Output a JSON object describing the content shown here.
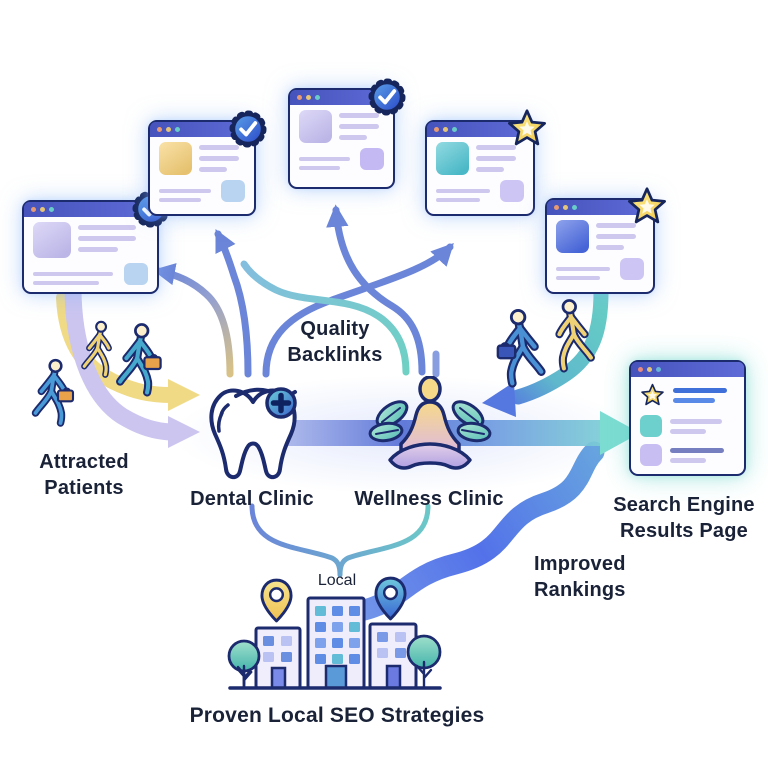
{
  "diagram": {
    "labels": {
      "quality_backlinks": "Quality\nBacklinks",
      "attracted_patients": "Attracted\nPatients",
      "dental_clinic": "Dental Clinic",
      "wellness_clinic": "Wellness Clinic",
      "serp": "Search Engine\nResults Page",
      "improved_rankings": "Improved\nRankings",
      "proven_local_seo": "Proven Local SEO Strategies",
      "local_building": "Local"
    },
    "backlink_windows": [
      {
        "id": "backlink-site-1",
        "badge": "verified-check",
        "image_color": "#c9c2f2"
      },
      {
        "id": "backlink-site-2",
        "badge": "verified-check",
        "image_color": "#f6cf72"
      },
      {
        "id": "backlink-site-3",
        "badge": "verified-check",
        "image_color": "#c9c2f2"
      },
      {
        "id": "backlink-site-4",
        "badge": "star",
        "image_color": "#4fc4cf"
      },
      {
        "id": "backlink-site-5",
        "badge": "star",
        "image_color": "#4a6ae0"
      }
    ],
    "serp_window": {
      "badge": "star"
    },
    "colors": {
      "outline_navy": "#1c2a6e",
      "titlebar_indigo": "#4b58c4",
      "arrow_blue": "#6b85d8",
      "arrow_teal": "#63cbc3",
      "ribbon_yellow": "#f0da85",
      "ribbon_lavender": "#cbc5f0",
      "ribbon_royal_blue": "#4a6ae8",
      "band_arrow_teal": "#7cdcd2",
      "badge_check_blue": "#2b49c8",
      "badge_star_yellow": "#f2cf55",
      "text_navy": "#1a2238"
    }
  }
}
